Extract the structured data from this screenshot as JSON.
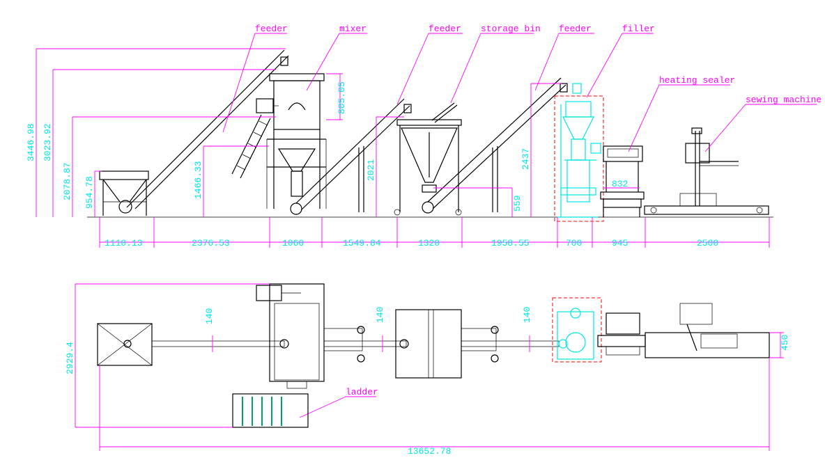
{
  "labels": {
    "feeder_1": "feeder",
    "mixer": "mixer",
    "feeder_2": "feeder",
    "storage_bin": "storage bin",
    "feeder_3": "feeder",
    "filler": "filler",
    "heating_sealer": "heating sealer",
    "sewing_machine": "sewing machine",
    "ladder": "ladder"
  },
  "dims_vertical": {
    "d3446": "3446.98",
    "d3023": "3023.92",
    "d2078": "2078.87",
    "d954": "954.78",
    "d1466": "1466.33",
    "d805": "805.05",
    "d2021": "2021",
    "d559": "559",
    "d2437": "2437",
    "d2929": "2929.4",
    "d450": "450"
  },
  "dims_horizontal": {
    "d1110": "1110.13",
    "d2376": "2376.53",
    "d1060": "1060",
    "d1549": "1549.84",
    "d1320": "1320",
    "d1958": "1958.55",
    "d700": "700",
    "d945": "945",
    "d2500": "2500",
    "d832": "832",
    "d13652": "13652.78"
  },
  "dims_plan": {
    "p140a": "140",
    "p140b": "140",
    "p140c": "140"
  },
  "colors": {
    "label": "#ff00ff",
    "dimension": "#00e5e5",
    "outline": "#000000",
    "highlight_box": "#ff3030",
    "filler": "#00e5e5",
    "ladder_steps": "#00a070"
  }
}
